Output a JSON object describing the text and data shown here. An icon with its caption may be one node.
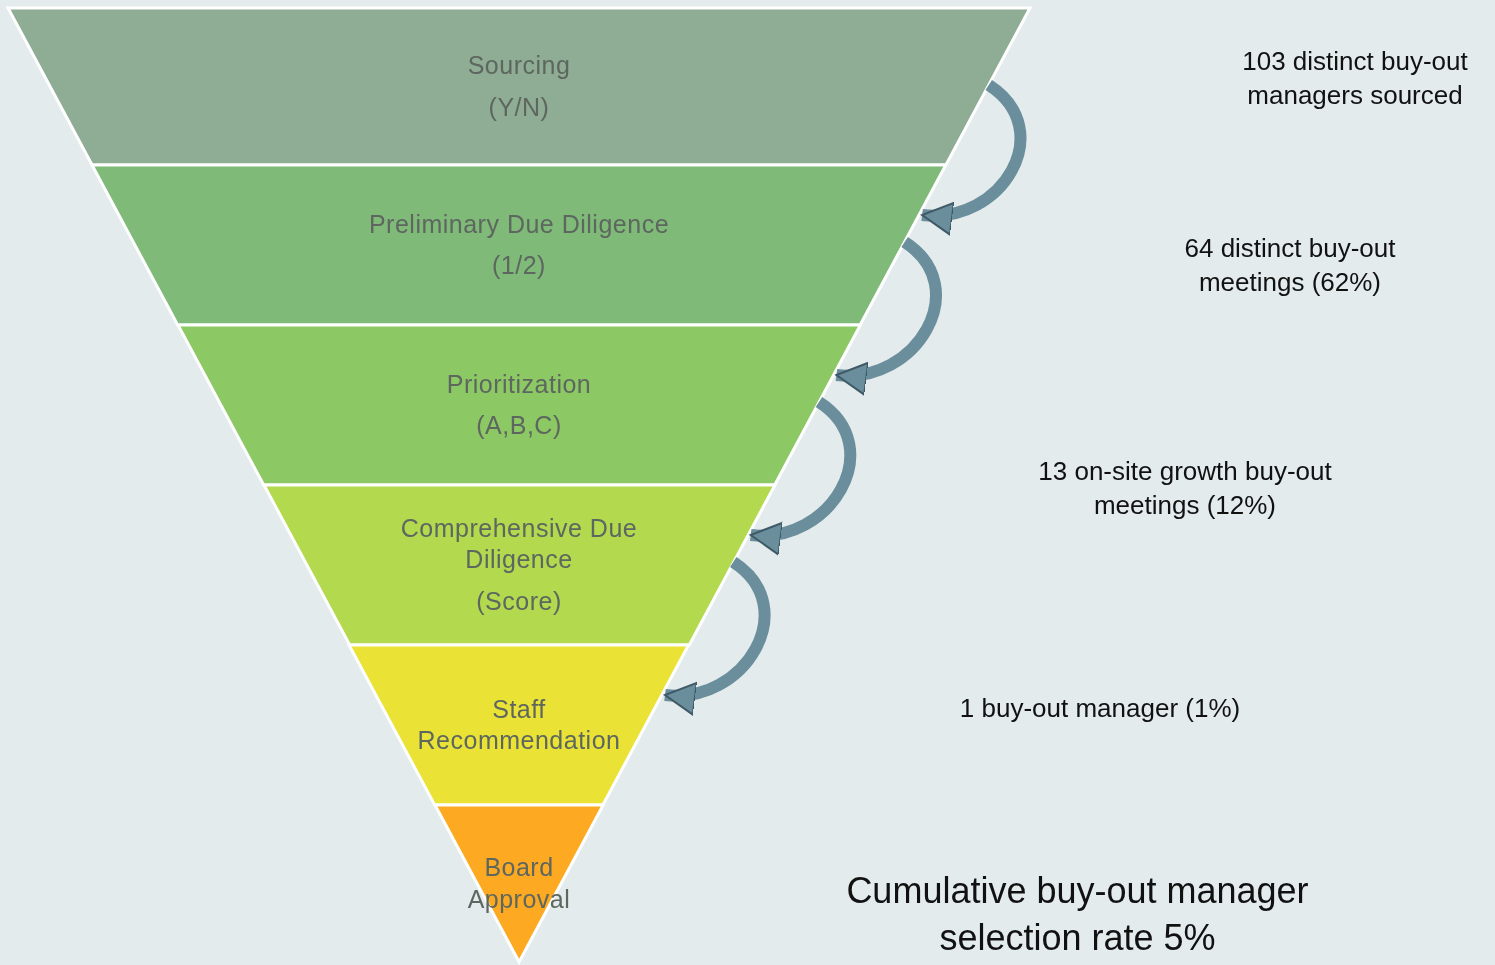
{
  "diagram": {
    "nodes": [
      {
        "text": [
          "Sourcing",
          "(Y/N)"
        ]
      },
      {
        "text": [
          "Preliminary Due Diligence",
          "(1/2)"
        ]
      },
      {
        "text": [
          "Prioritization",
          "(A,B,C)"
        ]
      },
      {
        "text": [
          "Comprehensive Due Diligence",
          "(Score)"
        ]
      },
      {
        "text": [
          "Staff Recommendation"
        ]
      },
      {
        "text": [
          "Board Approval"
        ]
      }
    ],
    "edges": [
      {
        "from": 0,
        "to": 1,
        "arrow": "to"
      },
      {
        "from": 1,
        "to": 2,
        "arrow": "to"
      },
      {
        "from": 2,
        "to": 3,
        "arrow": "to"
      },
      {
        "from": 3,
        "to": 4,
        "arrow": "to"
      }
    ],
    "labels": [
      "103 distinct buy-out managers sourced",
      "64 distinct buy-out meetings (62%)",
      "13 on-site growth buy-out meetings (12%)",
      "1 buy-out manager (1%)",
      "Cumulative buy-out manager selection rate 5%"
    ]
  }
}
